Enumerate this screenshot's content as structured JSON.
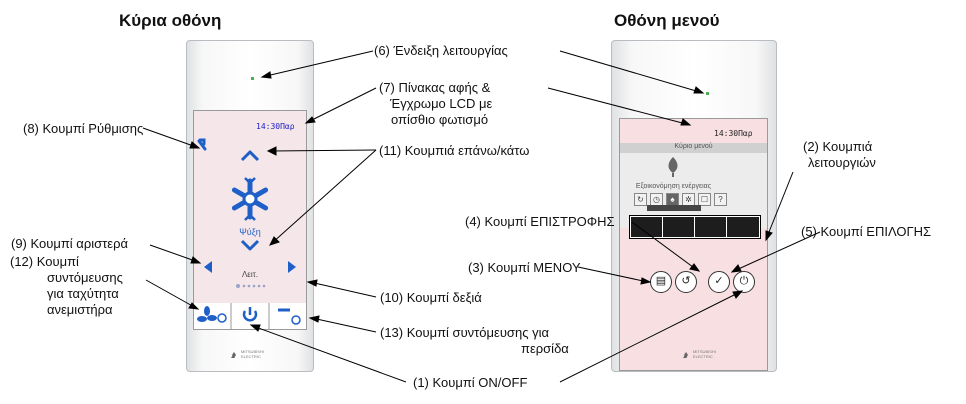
{
  "headings": {
    "main_screen": "Κύρια οθόνη",
    "menu_screen": "Οθόνη μενού"
  },
  "labels": {
    "l1": "(1) Κουμπί ON/OFF",
    "l2_line1": "(2) Κουμπιά",
    "l2_line2": "λειτουργιών",
    "l3": "(3) Κουμπί ΜΕΝΟΥ",
    "l4": "(4) Κουμπί ΕΠΙΣΤΡΟΦΗΣ",
    "l5": "(5) Κουμπί ΕΠΙΛΟΓΗΣ",
    "l6": "(6) Ένδειξη λειτουργίας",
    "l7_line1": "(7) Πίνακας αφής &",
    "l7_line2": "Έγχρωμο LCD με",
    "l7_line3": "οπίσθιο φωτισμό",
    "l8": "(8) Κουμπί Ρύθμισης",
    "l9": "(9) Κουμπί αριστερά",
    "l10": "(10) Κουμπί δεξιά",
    "l11": "(11) Κουμπιά επάνω/κάτω",
    "l12_line1": "(12) Κουμπί",
    "l12_line2": "συντόμευσης",
    "l12_line3": "για ταχύτητα",
    "l12_line4": "ανεμιστήρα",
    "l13_line1": "(13) Κουμπί συντόμευσης για",
    "l13_line2": "περσίδα"
  },
  "main_lcd": {
    "clock": "14:30Παρ",
    "mode": "Ψύξη",
    "operation": "Λειτ.",
    "brand": "MITSUBISHI ELECTRIC"
  },
  "menu_lcd": {
    "clock": "14:30Παρ",
    "title": "Κύριο μενού",
    "item": "Εξοικονόμηση ενέργειας",
    "brand": "MITSUBISHI ELECTRIC"
  },
  "colors": {
    "lcd_pink": "#f4e6e9",
    "icon_blue": "#1f5fc8",
    "led_green": "#4caf50"
  },
  "icons": [
    "wrench-icon",
    "snowflake-icon",
    "fan-icon",
    "louver-icon",
    "power-icon",
    "menu-icon",
    "return-icon",
    "check-icon"
  ]
}
